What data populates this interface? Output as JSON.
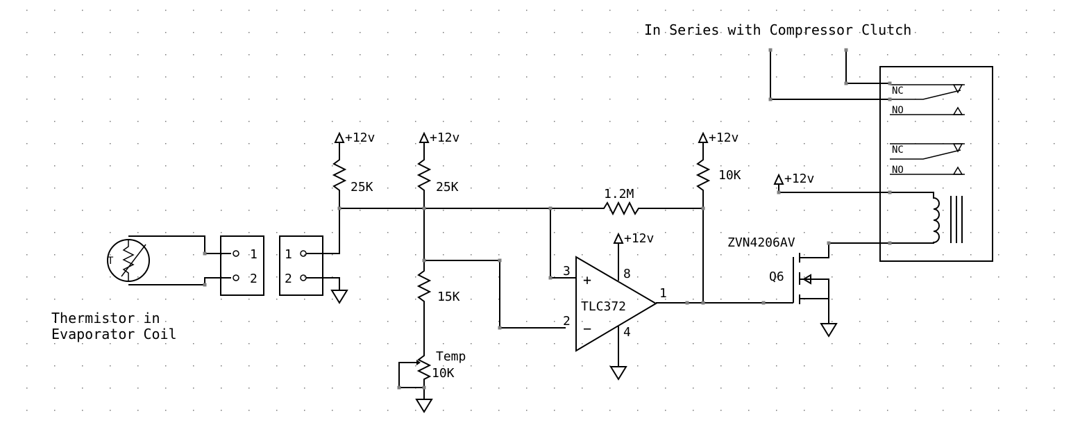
{
  "labels": {
    "relay_note": "In Series with Compressor Clutch",
    "thermistor_line1": "Thermistor in",
    "thermistor_line2": "Evaporator Coil",
    "supply": "+12v"
  },
  "components": {
    "r1": "25K",
    "r2": "25K",
    "r3": "15K",
    "r_feedback": "1.2M",
    "r_pullup": "10K",
    "pot_name": "Temp",
    "pot_value": "10K",
    "opamp": "TLC372",
    "mosfet_part": "ZVN4206AV",
    "mosfet_ref": "Q6",
    "thermistor_symbol": "T"
  },
  "pins": {
    "opamp_noninv": "3",
    "opamp_inv": "2",
    "opamp_out": "1",
    "opamp_vcc": "8",
    "opamp_gnd": "4",
    "plus_sign": "+",
    "minus_sign": "−",
    "conn_pin1": "1",
    "conn_pin2": "2"
  },
  "relay": {
    "nc1": "NC",
    "no1": "NO",
    "nc2": "NC",
    "no2": "NO"
  }
}
